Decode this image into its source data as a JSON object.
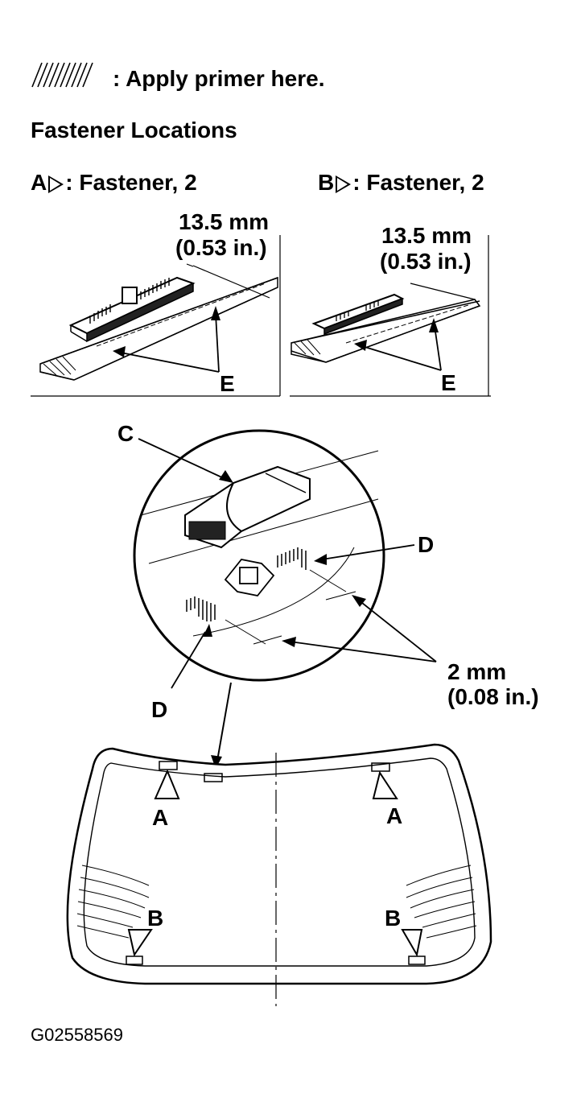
{
  "legend": {
    "primer_note": ": Apply primer here.",
    "hatch_icon": "hatch-swatch-icon"
  },
  "section_title": "Fastener Locations",
  "panel_a": {
    "letter": "A",
    "label": ": Fastener, 2",
    "dimension_mm": "13.5 mm",
    "dimension_in": "(0.53 in.)",
    "callout": "E"
  },
  "panel_b": {
    "letter": "B",
    "label": ": Fastener, 2",
    "dimension_mm": "13.5 mm",
    "dimension_in": "(0.53 in.)",
    "callout": "E"
  },
  "detail": {
    "callout_c": "C",
    "callout_d_right": "D",
    "callout_d_left": "D",
    "gap_mm": "2 mm",
    "gap_in": "(0.08 in.)"
  },
  "window": {
    "marker_a_left": "A",
    "marker_a_right": "A",
    "marker_b_left": "B",
    "marker_b_right": "B"
  },
  "figure_code": "G02558569"
}
